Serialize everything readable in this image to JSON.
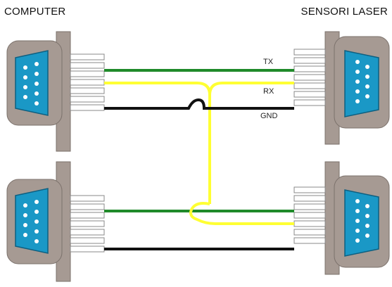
{
  "labels": {
    "left_title": "COMPUTER",
    "right_title": "SENSORI LASER",
    "signal_tx": "TX",
    "signal_rx": "RX",
    "signal_gnd": "GND"
  },
  "colors": {
    "tx_wire": "#1f8a2a",
    "rx_wire": "#ffff33",
    "gnd_wire": "#111111",
    "connector_body": "#a69a93",
    "connector_face": "#1a98c6",
    "pin_fill": "#ffffff"
  },
  "icons": [
    "db9-connector-icon"
  ]
}
